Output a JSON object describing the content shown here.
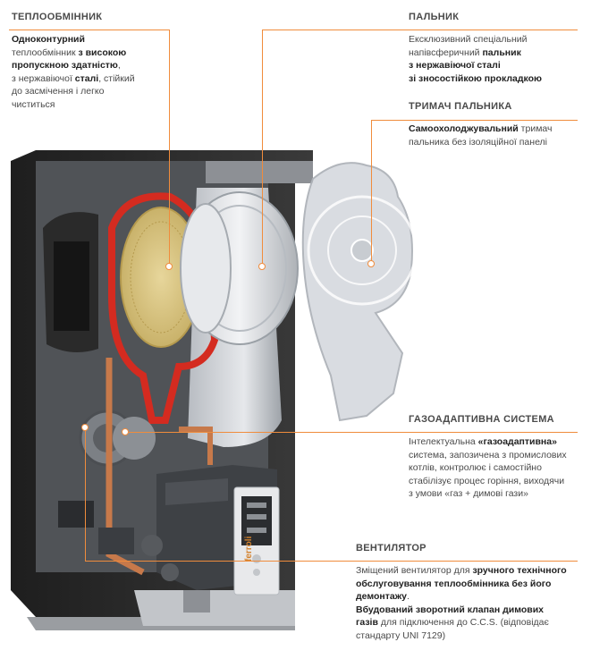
{
  "sections": {
    "heat_exchanger": {
      "heading": "ТЕПЛООБМІННИК",
      "p1_b": "Одноконтурний",
      "p2": "теплообмінник",
      "p2_b": " з високою",
      "p3_b": "пропускною здатністю",
      "p3": ",",
      "p4": "з нержавіючої ",
      "p4_b": "сталі",
      "p4_rest": ", стійкий",
      "p5": "до засмічення і легко",
      "p6": "чиститься"
    },
    "burner": {
      "heading": "ПАЛЬНИК",
      "l1": "Ексклюзивний спеціальний",
      "l2": "напівсферичний ",
      "l2_b": "пальник",
      "l3_b": "з нержавіючої сталі",
      "l4_b": "зі зносостійкою прокладкою"
    },
    "burner_holder": {
      "heading": "ТРИМАЧ ПАЛЬНИКА",
      "l1_b": "Самоохолоджувальний",
      "l1": " тримач",
      "l2": "пальника без ізоляційної панелі"
    },
    "gas_adaptive": {
      "heading": "ГАЗОАДАПТИВНА СИСТЕМА",
      "l1": "Інтелектуальна ",
      "l1_b": "«газоадаптивна»",
      "l2": "система, запозичена з промислових",
      "l3": "котлів, контролює і самостійно",
      "l4": "стабілізує процес горіння, виходячи",
      "l5": "з умови «газ + димові гази»"
    },
    "fan": {
      "heading": "ВЕНТИЛЯТОР",
      "l1": "Зміщений вентилятор для ",
      "l1_b": "зручного технічного",
      "l2_b": "обслуговування теплообмінника без його",
      "l3_b": "демонтажу",
      "l3": ".",
      "l4_b": "Вбудований зворотний клапан димових",
      "l5_b": "газів",
      "l5": " для підключення до C.C.S. (відповідає",
      "l6": "стандарту UNI 7129)"
    }
  },
  "brand_logo": "ferroli",
  "colors": {
    "accent": "#f08c3c",
    "text": "#4a4a4a"
  },
  "icons": [
    "boiler-illustration"
  ]
}
